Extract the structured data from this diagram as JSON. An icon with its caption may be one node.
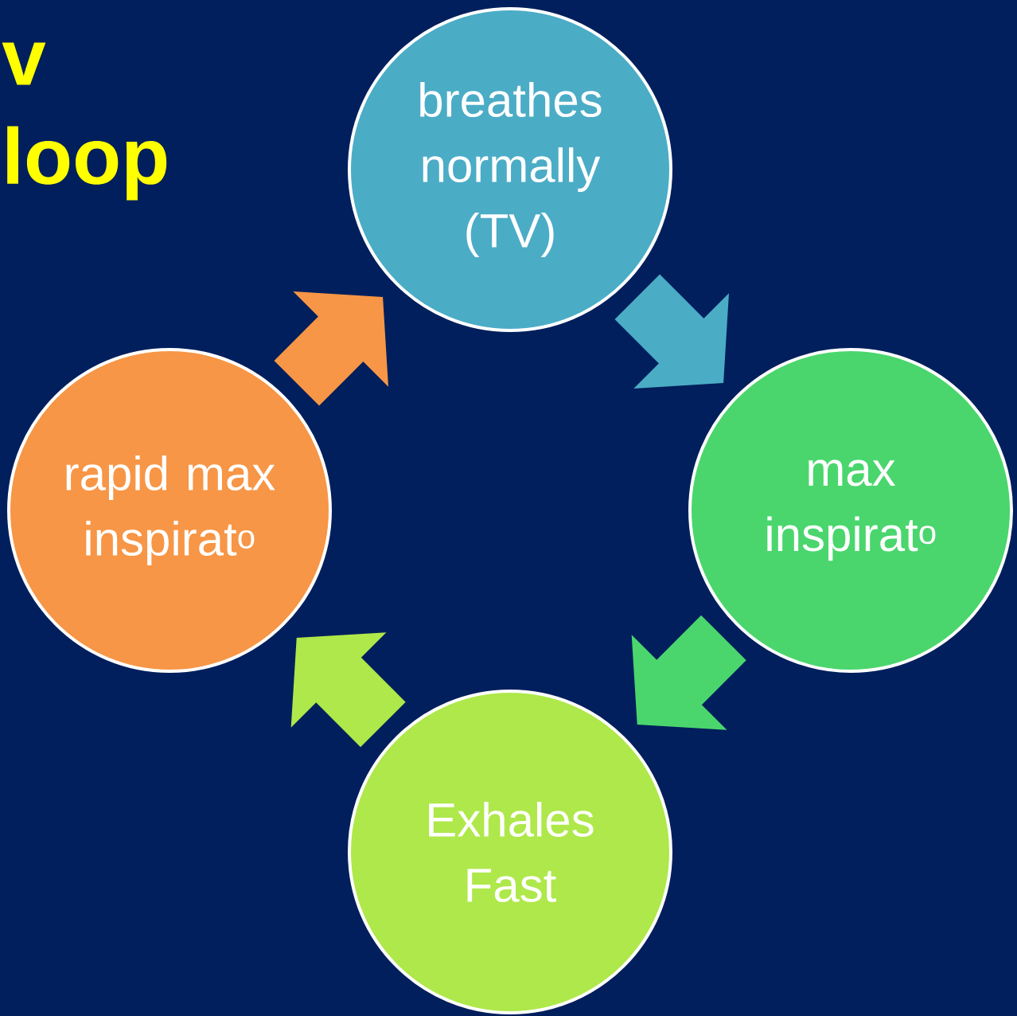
{
  "diagram": {
    "nodes": [
      {
        "text": [
          "breathes normally (TV)"
        ]
      },
      {
        "text": [
          "max inspirat$^{o}$"
        ]
      },
      {
        "text": [
          "Exhales Fast"
        ]
      },
      {
        "text": [
          "rapid max inspirat$^{o}$"
        ]
      }
    ],
    "edges": [
      {
        "from": 0,
        "to": 1,
        "arrow": "to",
        "color": "#4bacc6"
      },
      {
        "from": 1,
        "to": 2,
        "arrow": "to",
        "color": "#4ad66d"
      },
      {
        "from": 2,
        "to": 3,
        "arrow": "to",
        "color": "#aee84a"
      },
      {
        "from": 3,
        "to": 0,
        "arrow": "to",
        "color": "#f79646"
      }
    ],
    "labels": [
      "v",
      "loop"
    ]
  }
}
